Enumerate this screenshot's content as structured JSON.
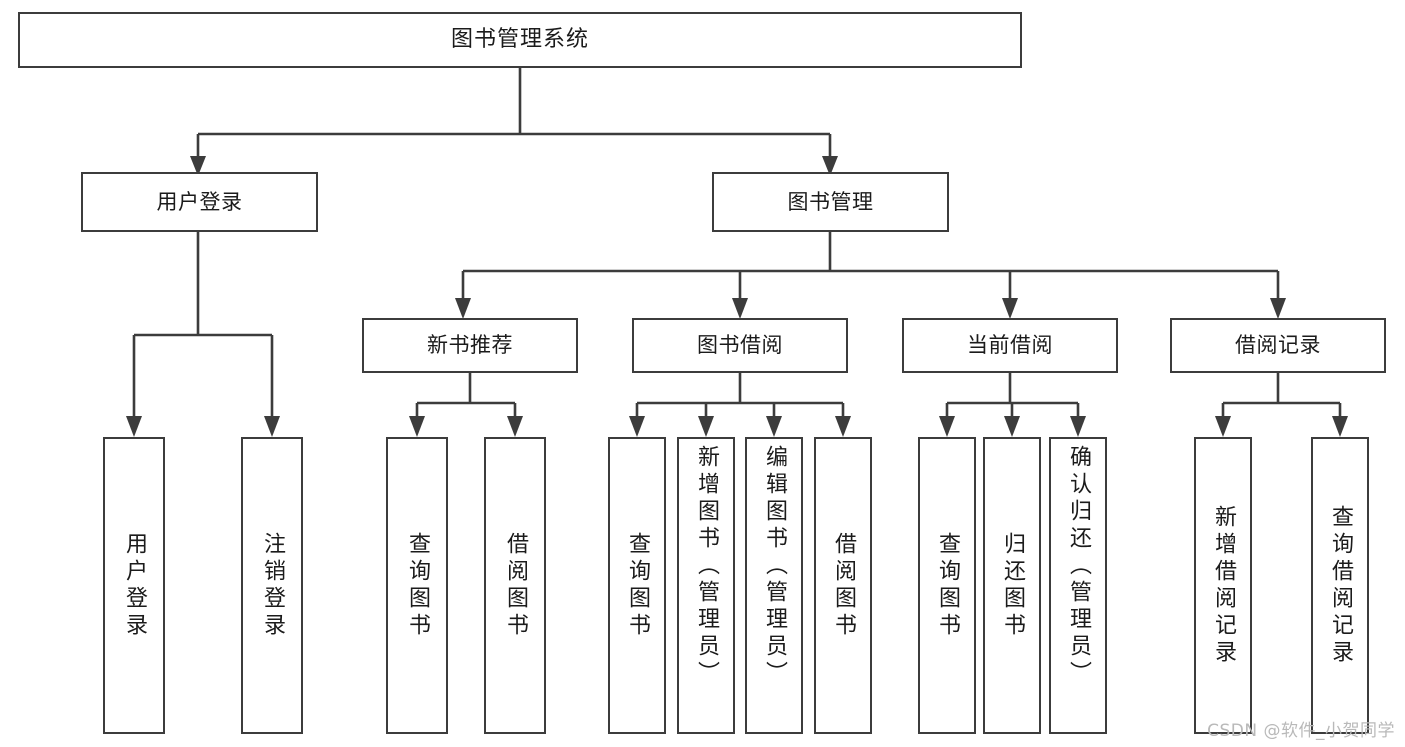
{
  "diagram": {
    "type": "tree-hierarchy",
    "title": "图书管理系统",
    "orientation": "top-down",
    "colors": {
      "stroke": "#3c3c3c",
      "box_fill": "#ffffff",
      "text": "#1b1b1b",
      "background": "#ffffff",
      "watermark": "#b9b9b9"
    }
  },
  "nodes": {
    "root": {
      "label": "图书管理系统",
      "level": 0
    },
    "level1": [
      {
        "id": "user-login",
        "label": "用户登录"
      },
      {
        "id": "book-manage",
        "label": "图书管理"
      }
    ],
    "level2": [
      {
        "id": "new-book-recommend",
        "label": "新书推荐",
        "parent": "book-manage"
      },
      {
        "id": "book-borrow",
        "label": "图书借阅",
        "parent": "book-manage"
      },
      {
        "id": "current-borrow",
        "label": "当前借阅",
        "parent": "book-manage"
      },
      {
        "id": "borrow-record",
        "label": "借阅记录",
        "parent": "book-manage"
      }
    ],
    "leaves": [
      {
        "id": "leaf-user-login",
        "label": "用户登录",
        "parent": "user-login"
      },
      {
        "id": "leaf-logout",
        "label": "注销登录",
        "parent": "user-login"
      },
      {
        "id": "leaf-query-book-1",
        "label": "查询图书",
        "parent": "new-book-recommend"
      },
      {
        "id": "leaf-borrow-book-1",
        "label": "借阅图书",
        "parent": "new-book-recommend"
      },
      {
        "id": "leaf-query-book-2",
        "label": "查询图书",
        "parent": "book-borrow"
      },
      {
        "id": "leaf-add-book",
        "label": "新增图书（管理员）",
        "parent": "book-borrow"
      },
      {
        "id": "leaf-edit-book",
        "label": "编辑图书（管理员）",
        "parent": "book-borrow"
      },
      {
        "id": "leaf-borrow-book-2",
        "label": "借阅图书",
        "parent": "book-borrow"
      },
      {
        "id": "leaf-query-book-3",
        "label": "查询图书",
        "parent": "current-borrow"
      },
      {
        "id": "leaf-return-book",
        "label": "归还图书",
        "parent": "current-borrow"
      },
      {
        "id": "leaf-confirm-return",
        "label": "确认归还（管理员）",
        "parent": "current-borrow"
      },
      {
        "id": "leaf-add-record",
        "label": "新增借阅记录",
        "parent": "borrow-record"
      },
      {
        "id": "leaf-query-record",
        "label": "查询借阅记录",
        "parent": "borrow-record"
      }
    ]
  },
  "watermark": {
    "text": "CSDN @软件_小贺同学"
  }
}
